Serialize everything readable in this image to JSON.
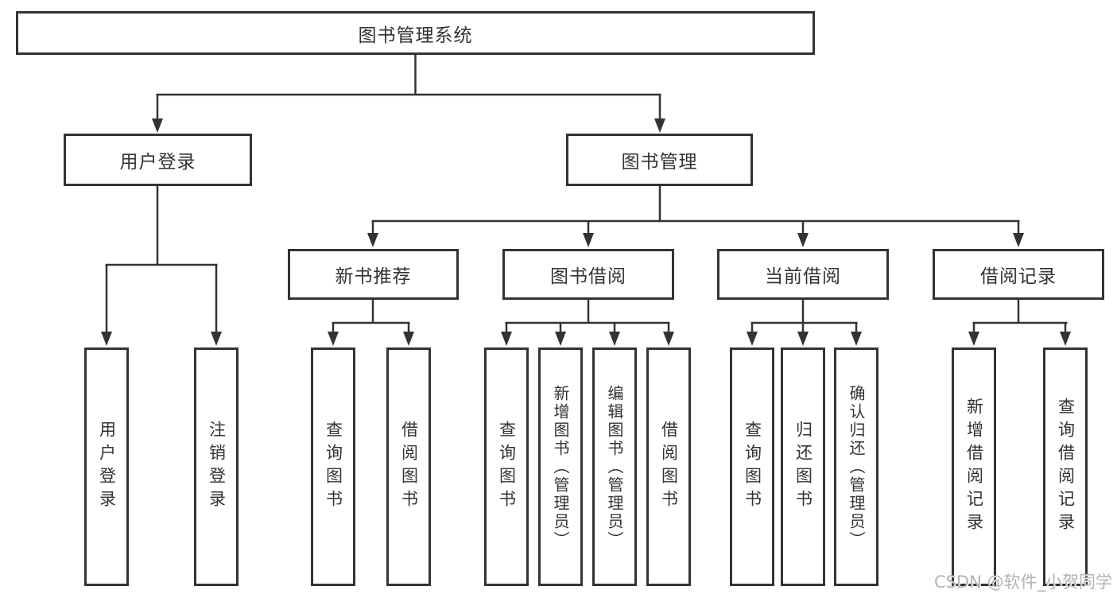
{
  "diagram": {
    "root": {
      "label": "图书管理系统"
    },
    "level2": [
      {
        "label": "用户登录"
      },
      {
        "label": "图书管理"
      }
    ],
    "level3": [
      {
        "label": "新书推荐"
      },
      {
        "label": "图书借阅"
      },
      {
        "label": "当前借阅"
      },
      {
        "label": "借阅记录"
      }
    ],
    "leaves": {
      "user_login": [
        {
          "label": "用户登录"
        },
        {
          "label": "注销登录"
        }
      ],
      "new_books": [
        {
          "label": "查询图书"
        },
        {
          "label": "借阅图书"
        }
      ],
      "book_borrow": [
        {
          "label": "查询图书"
        },
        {
          "label": "新增图书（管理员）"
        },
        {
          "label": "编辑图书（管理员）"
        },
        {
          "label": "借阅图书"
        }
      ],
      "current_borrow": [
        {
          "label": "查询图书"
        },
        {
          "label": "归还图书"
        },
        {
          "label": "确认归还（管理员）"
        }
      ],
      "borrow_records": [
        {
          "label": "新增借阅记录"
        },
        {
          "label": "查询借阅记录"
        }
      ]
    }
  },
  "watermark": {
    "text": "CSDN @软件_小贺同学"
  },
  "colors": {
    "line": "#333333",
    "text": "#333333",
    "background": "#ffffff",
    "watermark": "#b3b3b3"
  }
}
